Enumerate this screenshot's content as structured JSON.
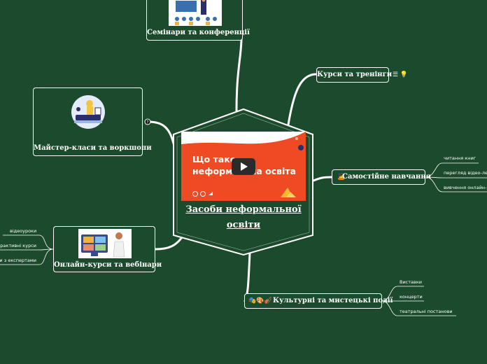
{
  "center": {
    "title_line1": "Засоби  неформальної ",
    "title_line2": "освіти",
    "video_text_line1": "Що таке",
    "video_text_line2": "неформальна освіта"
  },
  "branches": {
    "seminars": {
      "label": "Семінари  та  конференції"
    },
    "courses": {
      "label": "Курси  та  тренінги",
      "icons": "☰ 💡"
    },
    "master": {
      "label": "Майстер-класи  та  воркшопи",
      "icon": "?"
    },
    "self": {
      "label": "Самостійне  навчання",
      "emoji": "🙇",
      "children": [
        "читання книг",
        "перегляд відео-лекцій",
        "вивчення онлайн-ресурсів"
      ]
    },
    "online": {
      "label": "Онлайн-курси  та  вебінари",
      "children": [
        "відеоуроки",
        "інтерактивні курси",
        "вебінари з експертами"
      ]
    },
    "culture": {
      "label": "Культурні  та  мистецькі  події",
      "emoji": "🎭🎨🎻",
      "children": [
        "Виставки",
        "концерти",
        "театральні постанови"
      ]
    }
  },
  "colors": {
    "background": "#1b4a2c",
    "line": "#ffffff",
    "video_orange": "#ee4a24",
    "video_navy": "#2a2e6a"
  }
}
